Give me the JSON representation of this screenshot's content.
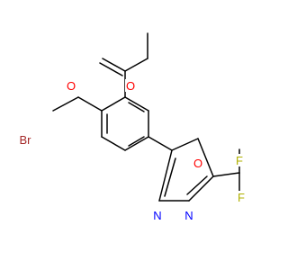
{
  "molecule": {
    "atoms": {
      "O_ketone": {
        "symbol": "O",
        "color": "#ff0000"
      },
      "O_ester": {
        "symbol": "O",
        "color": "#ff0000"
      },
      "Br": {
        "symbol": "Br",
        "color": "#a52a2a"
      },
      "O_ring": {
        "symbol": "O",
        "color": "#ff0000"
      },
      "N_left": {
        "symbol": "N",
        "color": "#0000ff"
      },
      "N_right": {
        "symbol": "N",
        "color": "#0000ff"
      },
      "F_top": {
        "symbol": "F",
        "color": "#b0b000"
      },
      "F_bottom": {
        "symbol": "F",
        "color": "#b0b000"
      }
    }
  }
}
